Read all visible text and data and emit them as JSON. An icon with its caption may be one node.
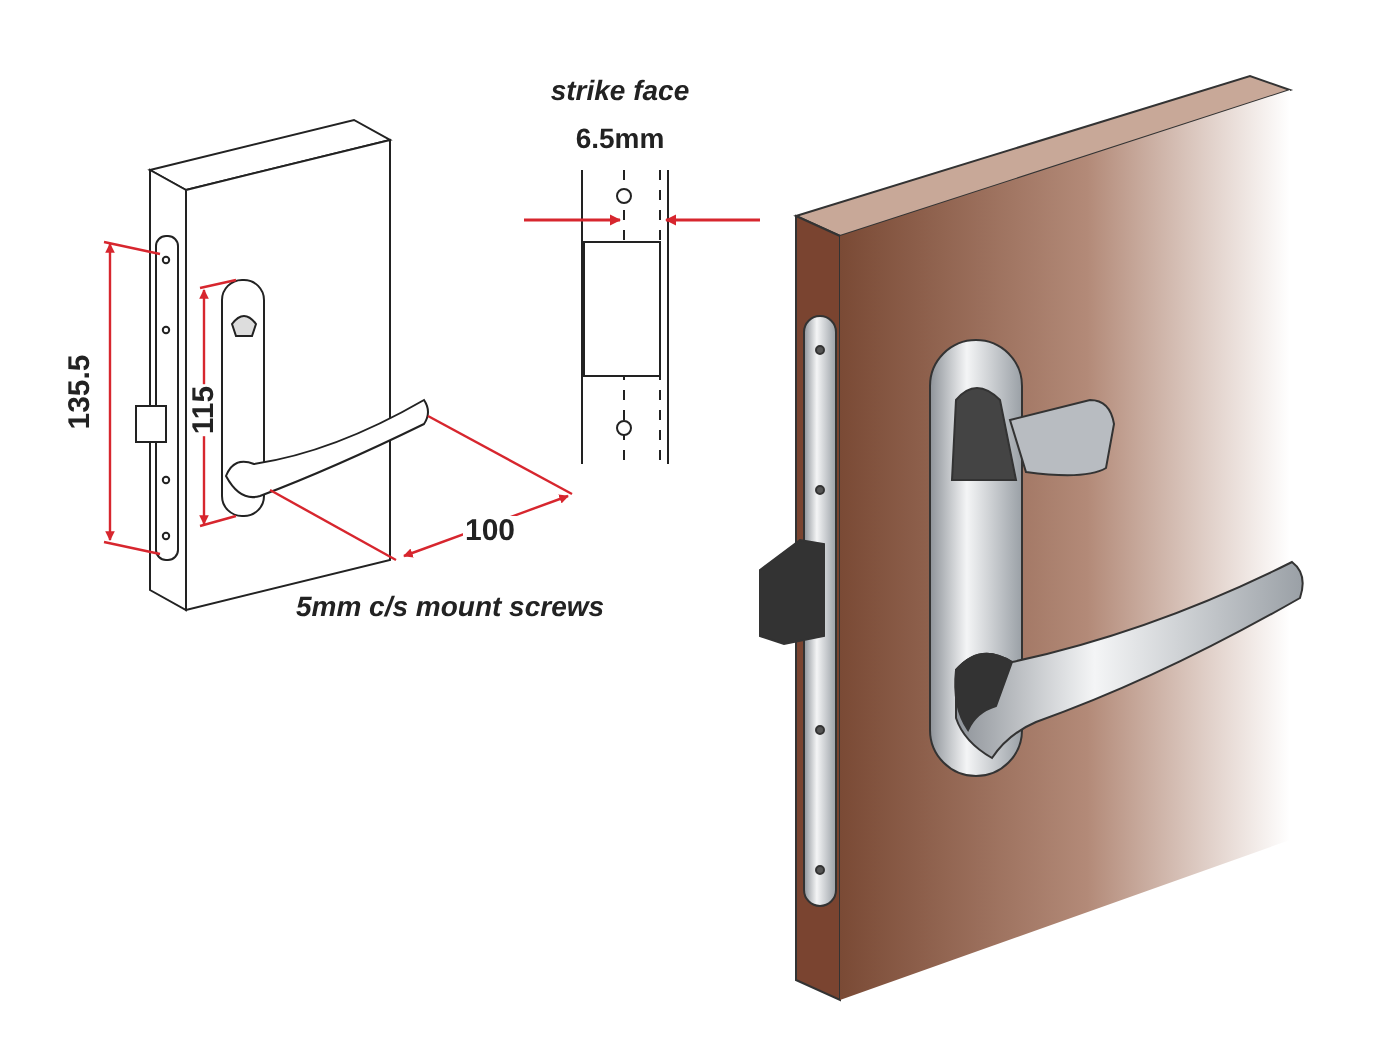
{
  "diagram": {
    "labels": [
      "strike face",
      "6.5mm",
      "135.5",
      "115",
      "100",
      "5mm c/s mount screws"
    ]
  }
}
